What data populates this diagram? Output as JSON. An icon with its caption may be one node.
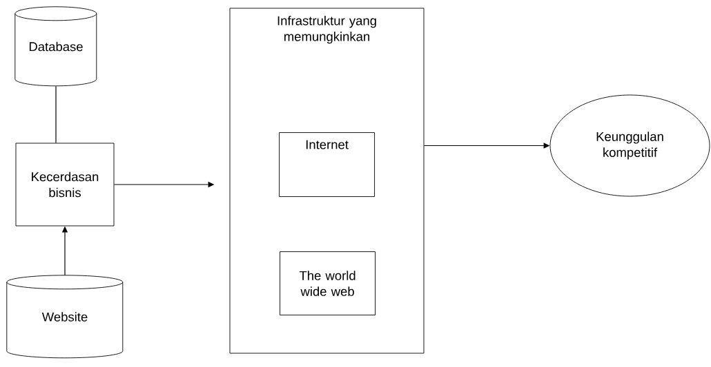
{
  "diagram": {
    "nodes": [
      {
        "text": [
          "Database"
        ]
      },
      {
        "text": [
          "Kecerdasan bisnis"
        ]
      },
      {
        "text": [
          "Website"
        ]
      },
      {
        "text": [
          "Infrastruktur yang memungkinkan"
        ]
      },
      {
        "text": [
          "Internet"
        ],
        "in": 3
      },
      {
        "text": [
          "The world wide web"
        ],
        "in": 3
      },
      {
        "text": [
          "Keunggulan kompetitif"
        ]
      }
    ],
    "edges": [
      {
        "from": 0,
        "to": 1,
        "arrow": "none"
      },
      {
        "from": 2,
        "to": 1,
        "arrow": "to"
      },
      {
        "from": 1,
        "to": 3,
        "arrow": "to"
      },
      {
        "from": 3,
        "to": 6,
        "arrow": "to"
      }
    ]
  }
}
